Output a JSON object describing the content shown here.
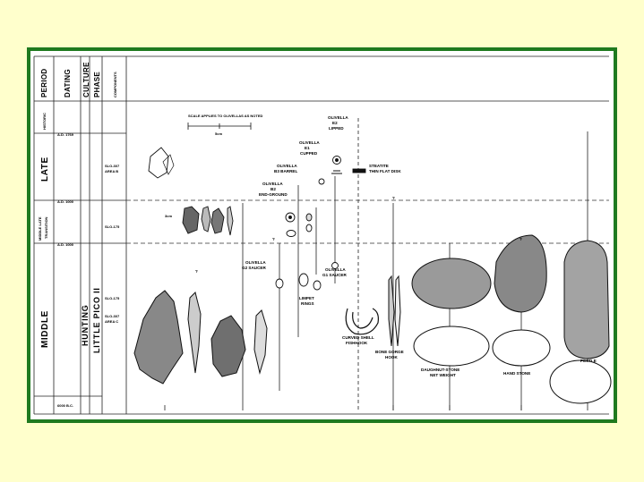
{
  "headers": {
    "period": "PERIOD",
    "dating": "DATING",
    "culture": "CULTURE",
    "phase": "PHASE",
    "components": "COMPONENTS"
  },
  "periods": {
    "historic": "HISTORIC",
    "late": "LATE",
    "middle_late": "MIDDLE LATE",
    "transition": "TRANSITION",
    "middle": "MIDDLE"
  },
  "dates": {
    "d1": "A.D. 1769",
    "d2": "A.D. 1000",
    "d3": "A.D. 1000",
    "d4": "6000 B.C."
  },
  "culture": {
    "hunting": "HUNTING",
    "phase": "LITTLE PICO II"
  },
  "components": {
    "c1a": "SLO-307",
    "c1b": "AREA B",
    "c2": "SLO-175",
    "c3": "SLO-175",
    "c4a": "SLO-307",
    "c4b": "AREA C"
  },
  "scale": {
    "note": "SCALE APPLIES TO OLIVELLAS AS NOTED",
    "unit": "5cm"
  },
  "labels": {
    "small_3cm": "3cm",
    "olivella_lipped_1": "OLIVELLA",
    "olivella_lipped_2": "E2",
    "olivella_lipped_3": "LIPPED",
    "olivella_cupped_1": "OLIVELLA",
    "olivella_cupped_2": "E1",
    "olivella_cupped_3": "CUPPED",
    "olivella_barrel_1": "OLIVELLA",
    "olivella_barrel_2": "B3 BARREL",
    "olivella_endground_1": "OLIVELLA",
    "olivella_endground_2": "B2",
    "olivella_endground_3": "END-GROUND",
    "steatite_1": "STEATITE",
    "steatite_2": "THIN FLAT DISK",
    "olivella_saucer_1": "OLIVELLA",
    "olivella_saucer_2": "G2 SAUCER",
    "olivella_saucer2_1": "OLIVELLA",
    "olivella_saucer2_2": "G1 SAUCER",
    "limpet_1": "LIMPET",
    "limpet_2": "RINGS",
    "fishhook_1": "CURVED SHELL",
    "fishhook_2": "FISHHOOK",
    "gorge_1": "BONE GORGE",
    "gorge_2": "HOOK",
    "netweight_1": "DAUGHNUT-STONE",
    "netweight_2": "NET WEIGHT",
    "handstone": "HAND STONE",
    "pestle": "PESTLE",
    "q1": "?",
    "q2": "?",
    "q3": "?",
    "q4": "?"
  }
}
